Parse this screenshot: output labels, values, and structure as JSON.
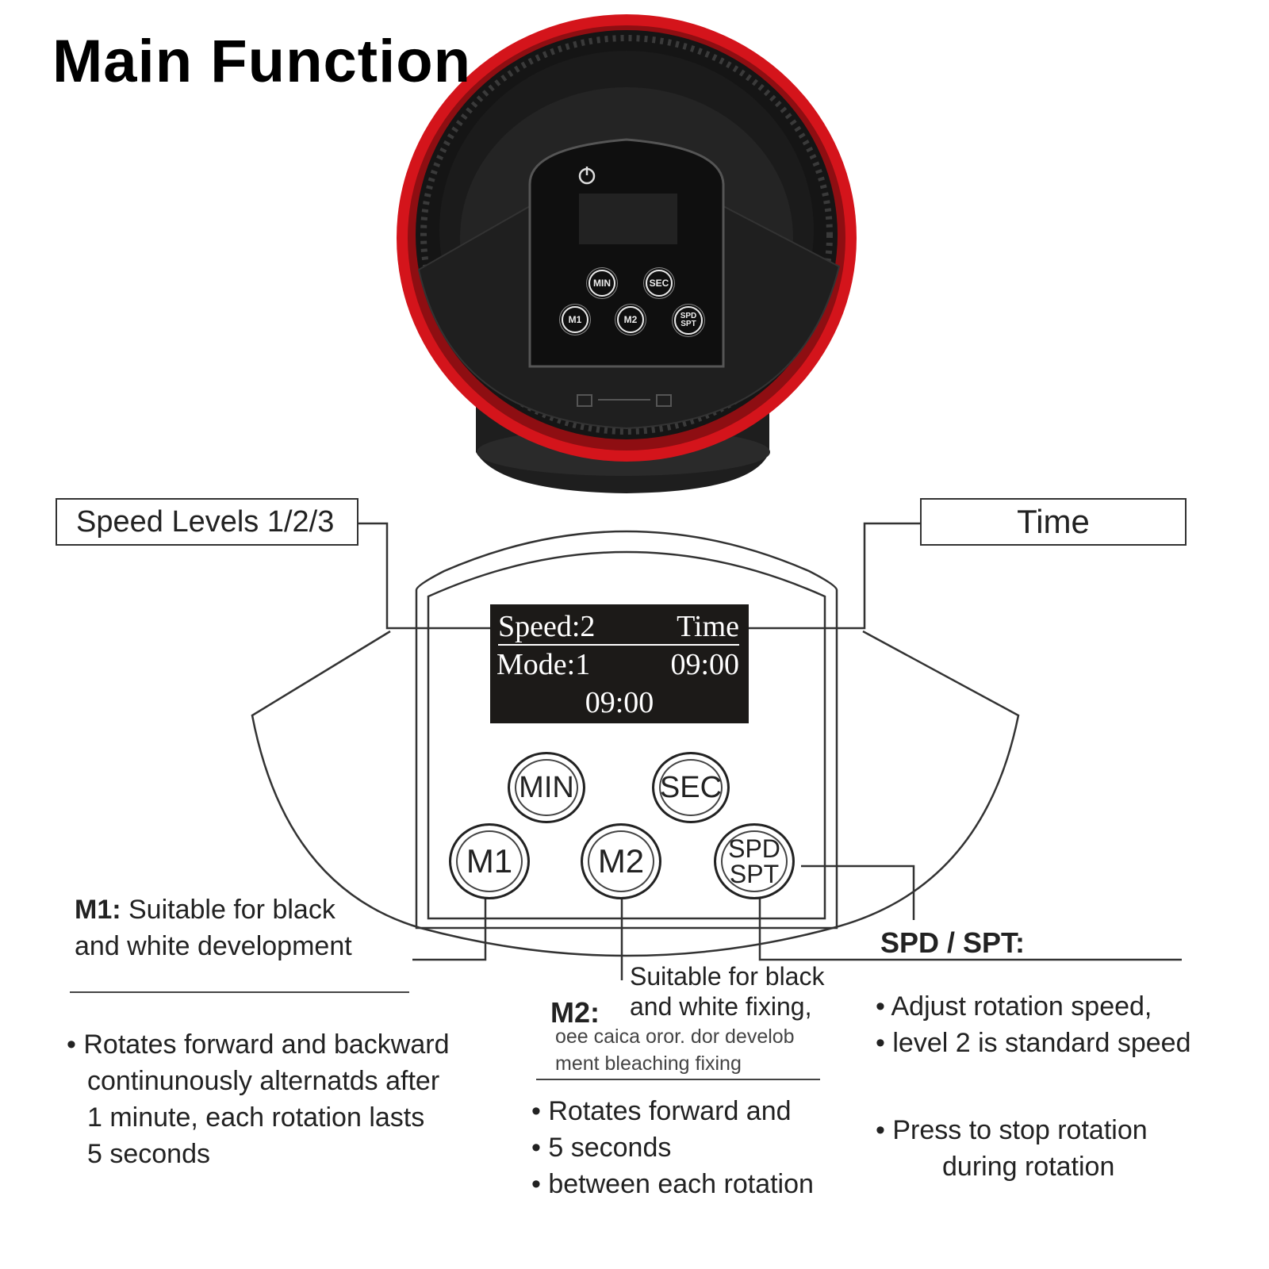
{
  "title": "Main Function",
  "device_photo": {
    "mini_buttons": [
      "MIN",
      "SEC",
      "M1",
      "M2",
      "SPD",
      "SPT"
    ],
    "colors": {
      "rim": "#d4141b",
      "body": "#1c1c1c"
    }
  },
  "callouts": {
    "speed_levels": "Speed Levels 1/2/3",
    "time": "Time"
  },
  "display": {
    "speed": "Speed:2",
    "time_label": "Time",
    "mode": "Mode:1",
    "time_1": "09:00",
    "time_2": "09:00"
  },
  "buttons": {
    "min": "MIN",
    "sec": "SEC",
    "m1": "M1",
    "m2": "M2",
    "spd": "SPD",
    "spt": "SPT"
  },
  "m1": {
    "label": "M1:",
    "desc_line1": " Suitable for black",
    "desc_line2": "and white development",
    "bullets": [
      "Rotates forward and backward",
      "continunously alternatds after",
      "1 minute, each rotation lasts",
      "5 seconds"
    ]
  },
  "m2": {
    "label": "M2:",
    "desc_line1": "Suitable for black",
    "desc_line2": "and white fixing,",
    "desc_line3": "oee caica oror. dor develob",
    "desc_line4": "ment bleaching fixing",
    "bullets": [
      "Rotates forward and",
      "5 seconds",
      "between each rotation"
    ]
  },
  "spd_spt": {
    "label": "SPD / SPT:",
    "bullets": [
      "Adjust rotation speed,",
      "level 2 is standard speed",
      "Press to stop rotation",
      "during rotation"
    ]
  }
}
